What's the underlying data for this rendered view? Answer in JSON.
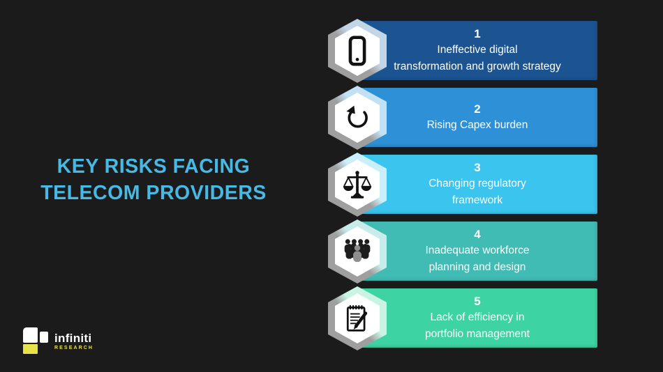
{
  "background_color": "#1b1b1b",
  "title": {
    "line1": "KEY RISKS FACING",
    "line2": "TELECOM PROVIDERS",
    "color": "#46b9e5"
  },
  "risks": {
    "hex_border_gray": "#9f9f9f",
    "items": [
      {
        "number": "1",
        "line1": "Ineffective digital",
        "line2": "transformation and growth strategy",
        "bar_color": "#1c5391",
        "tint_color": "#c3d6e8",
        "icon": "smartphone-icon"
      },
      {
        "number": "2",
        "line1": "Rising Capex burden",
        "line2": "",
        "bar_color": "#2e90d6",
        "tint_color": "#c2e1f5",
        "icon": "refresh-arrow-icon"
      },
      {
        "number": "3",
        "line1": "Changing regulatory",
        "line2": "framework",
        "bar_color": "#3ac4ee",
        "tint_color": "#caeffa",
        "icon": "balance-scale-icon"
      },
      {
        "number": "4",
        "line1": "Inadequate workforce",
        "line2": "planning and design",
        "bar_color": "#40bcb4",
        "tint_color": "#c8ece9",
        "icon": "workforce-group-icon"
      },
      {
        "number": "5",
        "line1": "Lack of efficiency in",
        "line2": "portfolio management",
        "bar_color": "#3ed3a2",
        "tint_color": "#c9f3e3",
        "icon": "notepad-pencil-icon"
      }
    ]
  },
  "logo": {
    "name": "infiniti",
    "subtitle": "RESEARCH",
    "name_color": "#ffffff",
    "subtitle_color": "#e8e24a"
  }
}
